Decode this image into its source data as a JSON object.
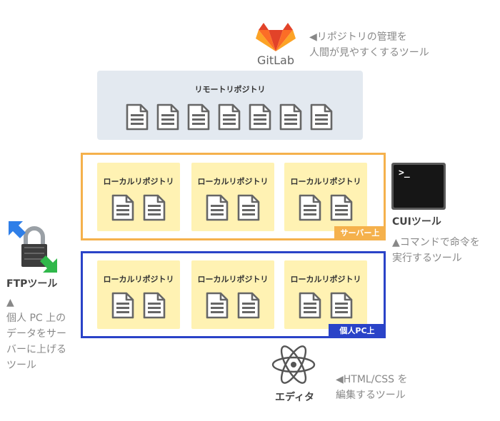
{
  "gitlab": {
    "logo_text": "GitLab",
    "note_lines": [
      "◀リポジトリの管理を",
      "人間が見やすくするツール"
    ]
  },
  "remote": {
    "title": "リモートリポジトリ",
    "doc_count": 7
  },
  "server": {
    "badge": "サーバー上",
    "repos": [
      {
        "title": "ローカルリポジトリ"
      },
      {
        "title": "ローカルリポジトリ"
      },
      {
        "title": "ローカルリポジトリ"
      }
    ]
  },
  "local": {
    "badge": "個人PC上",
    "repos": [
      {
        "title": "ローカルリポジトリ"
      },
      {
        "title": "ローカルリポジトリ"
      },
      {
        "title": "ローカルリポジトリ"
      }
    ]
  },
  "cui": {
    "terminal_prompt": ">_",
    "label": "CUIツール",
    "note_lines": [
      "▲コマンドで命令を",
      "実行するツール"
    ]
  },
  "ftp": {
    "label": "FTPツール",
    "note_lines": [
      "▲",
      "個人 PC 上の",
      "データをサー",
      "バーに上げる",
      "ツール"
    ]
  },
  "editor": {
    "label": "エディタ",
    "note_lines": [
      "◀HTML/CSS を",
      "編集するツール"
    ]
  },
  "colors": {
    "server_frame": "#f5b14c",
    "local_frame": "#2a43c8",
    "remote_bg": "#e3e9f0",
    "repo_bg": "#fff2b3",
    "gitlab_orange": "#e24329"
  }
}
